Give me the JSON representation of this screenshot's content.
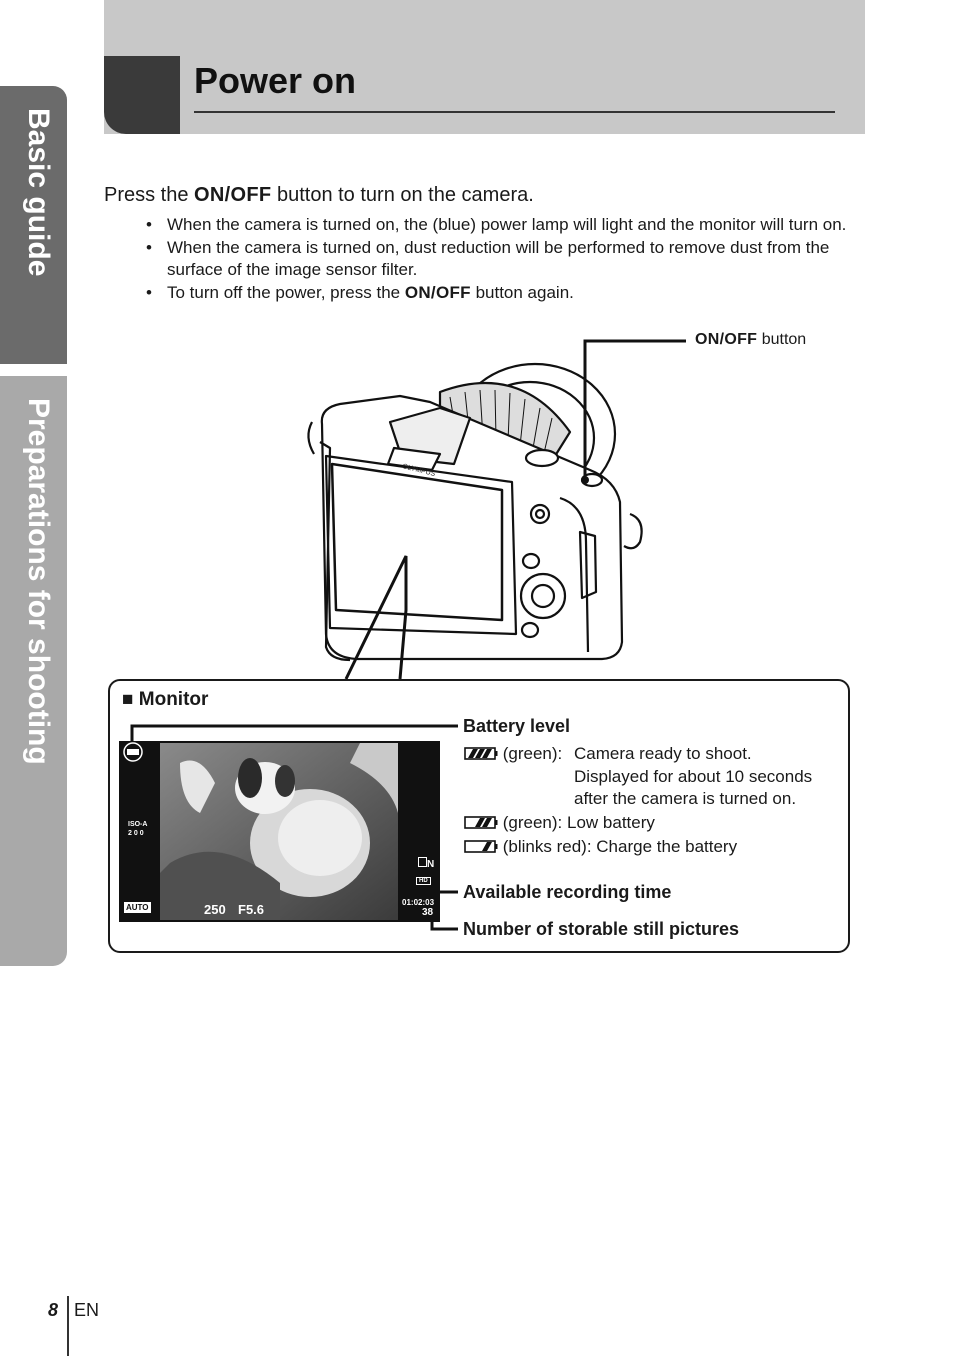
{
  "side_tabs": {
    "tab1": "Basic guide",
    "tab2": "Preparations for shooting"
  },
  "header": {
    "title": "Power on"
  },
  "intro": {
    "pre": "Press the ",
    "button": "ON/OFF",
    "post": " button to turn on the camera."
  },
  "bullets": [
    "When the camera is turned on, the (blue) power lamp will light and the monitor will turn on.",
    "When the camera is turned on, dust reduction will be performed to remove dust from the surface of the image sensor filter.",
    {
      "pre": "To turn off the power, press the ",
      "button": "ON/OFF",
      "post": " button again."
    }
  ],
  "bullet_char": "•",
  "camera_label": {
    "button": "ON/OFF",
    "suffix": " button"
  },
  "monitor": {
    "heading_marker": "■",
    "heading": "Monitor",
    "lcd": {
      "iso_label": "ISO-A",
      "iso_value": "200",
      "wb": "AUTO",
      "shutter": "250",
      "aperture": "F5.6",
      "quality": "N",
      "time": "01:02:03",
      "count": "38",
      "hd": "HD"
    },
    "battery_level": {
      "heading": "Battery level",
      "rows": [
        {
          "state": "(green):",
          "text": "Camera ready to shoot.",
          "cont": [
            "Displayed for about 10 seconds",
            "after the camera is turned on."
          ],
          "level": 3
        },
        {
          "state": "(green):",
          "text": "Low battery",
          "level": 2
        },
        {
          "state": "(blinks red):",
          "text": "Charge the battery",
          "level": 1
        }
      ]
    },
    "recording_time": "Available recording time",
    "storable_pictures": "Number of storable still pictures"
  },
  "footer": {
    "page": "8",
    "lang": "EN"
  }
}
